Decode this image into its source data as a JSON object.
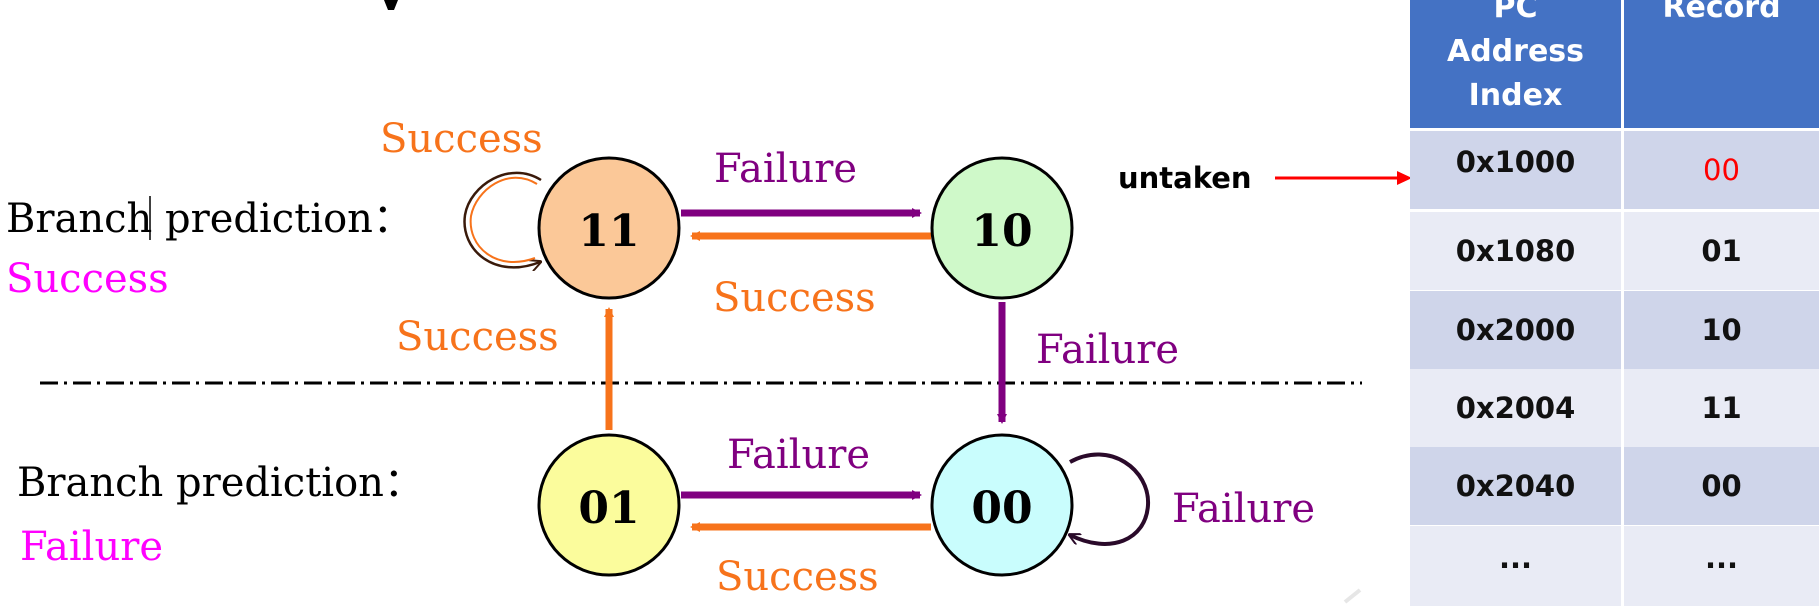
{
  "diagram": {
    "states": {
      "s11": "11",
      "s10": "10",
      "s01": "01",
      "s00": "00"
    },
    "edge_labels": {
      "self_11": "Success",
      "e11_10": "Failure",
      "e10_11": "Success",
      "e01_11": "Success",
      "e10_00": "Failure",
      "e01_00": "Failure",
      "e00_01": "Success",
      "self_00": "Failure"
    },
    "region_labels": {
      "top_title": "Branch prediction：",
      "top_value": "Success",
      "bottom_title": "Branch prediction：",
      "bottom_value": "Failure"
    },
    "pointer_label": "untaken"
  },
  "colors": {
    "state_11": "#fbc898",
    "state_10": "#cff9c9",
    "state_01": "#fbfc9c",
    "state_00": "#c9fdfd",
    "success": "#f7731b",
    "failure": "#800080",
    "magenta": "#ff00ff",
    "header": "#4472c4",
    "row_dark": "#cfd5ea",
    "row_light": "#e9ebf5",
    "pointer": "#ff0000"
  },
  "table": {
    "headers": [
      "PC Address Index",
      "Record"
    ],
    "header_lines": {
      "col1": [
        "PC",
        "Address",
        "Index"
      ],
      "col2": [
        "Record"
      ]
    },
    "rows": [
      {
        "address": "0x1000",
        "record": "00",
        "highlight": true
      },
      {
        "address": "0x1080",
        "record": "01",
        "highlight": false
      },
      {
        "address": "0x2000",
        "record": "10",
        "highlight": false
      },
      {
        "address": "0x2004",
        "record": "11",
        "highlight": false
      },
      {
        "address": "0x2040",
        "record": "00",
        "highlight": false
      },
      {
        "address": "...",
        "record": "...",
        "highlight": false
      }
    ]
  }
}
